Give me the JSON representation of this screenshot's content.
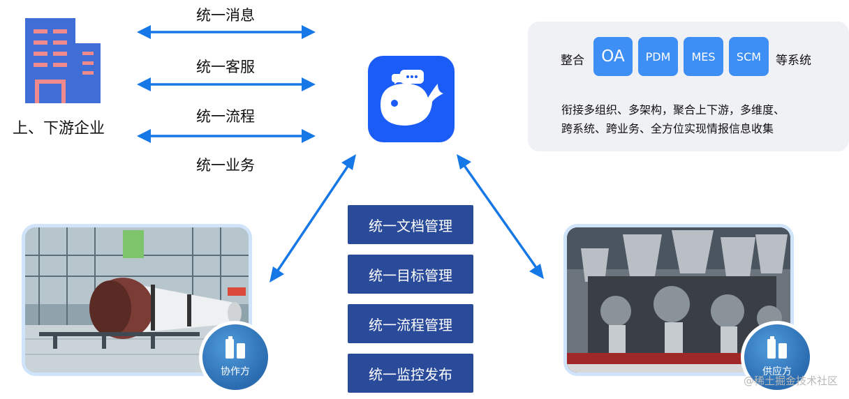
{
  "enterprise": {
    "label": "上、下游企业",
    "icon": "building-icon"
  },
  "unify_links": [
    "统一消息",
    "统一客服",
    "统一流程",
    "统一业务"
  ],
  "management": [
    "统一文档管理",
    "统一目标管理",
    "统一流程管理",
    "统一监控发布"
  ],
  "integration": {
    "prefix": "整合",
    "systems": [
      "OA",
      "PDM",
      "MES",
      "SCM"
    ],
    "suffix": "等系统",
    "desc_line1": "衔接多组织、多架构，聚合上下游，多维度、",
    "desc_line2": "跨系统、跨业务、全方位实现情报信息收集"
  },
  "roles": {
    "collaborator": "协作方",
    "supplier": "供应方"
  },
  "watermark": "@稀土掘金技术社区",
  "colors": {
    "arrow": "#1677e6",
    "mgmt_box": "#2a4a9a",
    "badge": "#3d8ef5",
    "app_icon": "#1a5cf5"
  }
}
